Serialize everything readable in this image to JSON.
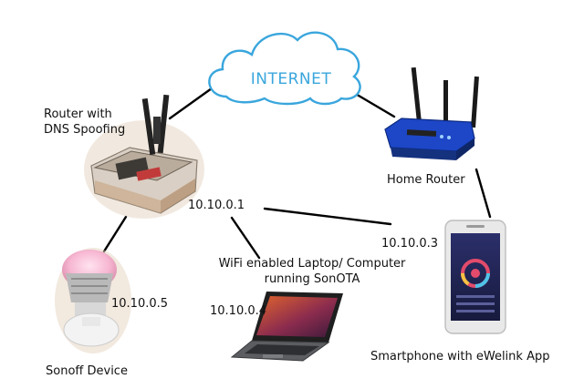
{
  "cloud": {
    "label": "INTERNET",
    "stroke_color": "#3aa6dd"
  },
  "nodes": {
    "dns_router": {
      "label_line1": "Router with",
      "label_line2": "DNS Spoofing",
      "ip": "10.10.0.1"
    },
    "home_router": {
      "label": "Home Router"
    },
    "sonoff": {
      "label": "Sonoff Device",
      "ip": "10.10.0.5"
    },
    "laptop": {
      "label_line1": "WiFi enabled Laptop/ Computer",
      "label_line2": "running SonOTA",
      "ip": "10.10.0.4"
    },
    "smartphone": {
      "label": "Smartphone with eWelink App",
      "ip": "10.10.0.3"
    }
  },
  "colors": {
    "link": "#000000",
    "router_body": "#1d47c7",
    "laptop_screen": "#7a2a57"
  }
}
